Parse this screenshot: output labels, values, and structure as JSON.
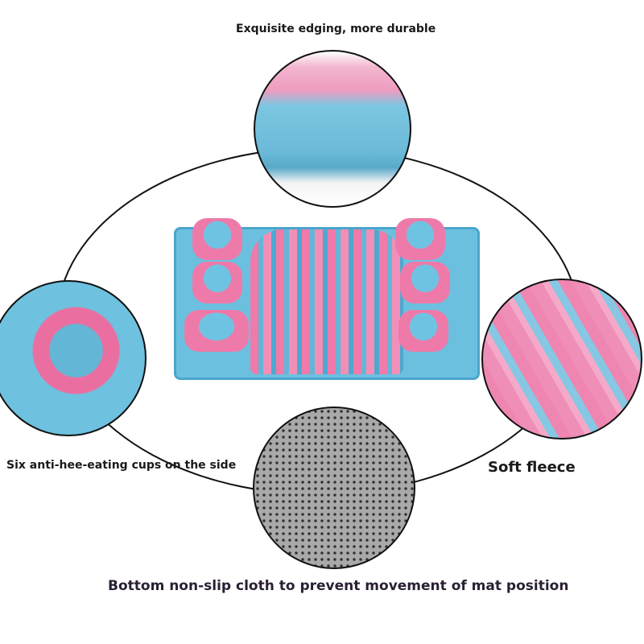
{
  "labels": {
    "top": "Exquisite edging, more durable",
    "left": "Six anti-hee-eating cups on the side",
    "right": "Soft fleece",
    "bottom": "Bottom non-slip cloth to prevent movement of mat position"
  },
  "colors": {
    "pink": "#ee7aa9",
    "blue": "#6cc0df"
  }
}
